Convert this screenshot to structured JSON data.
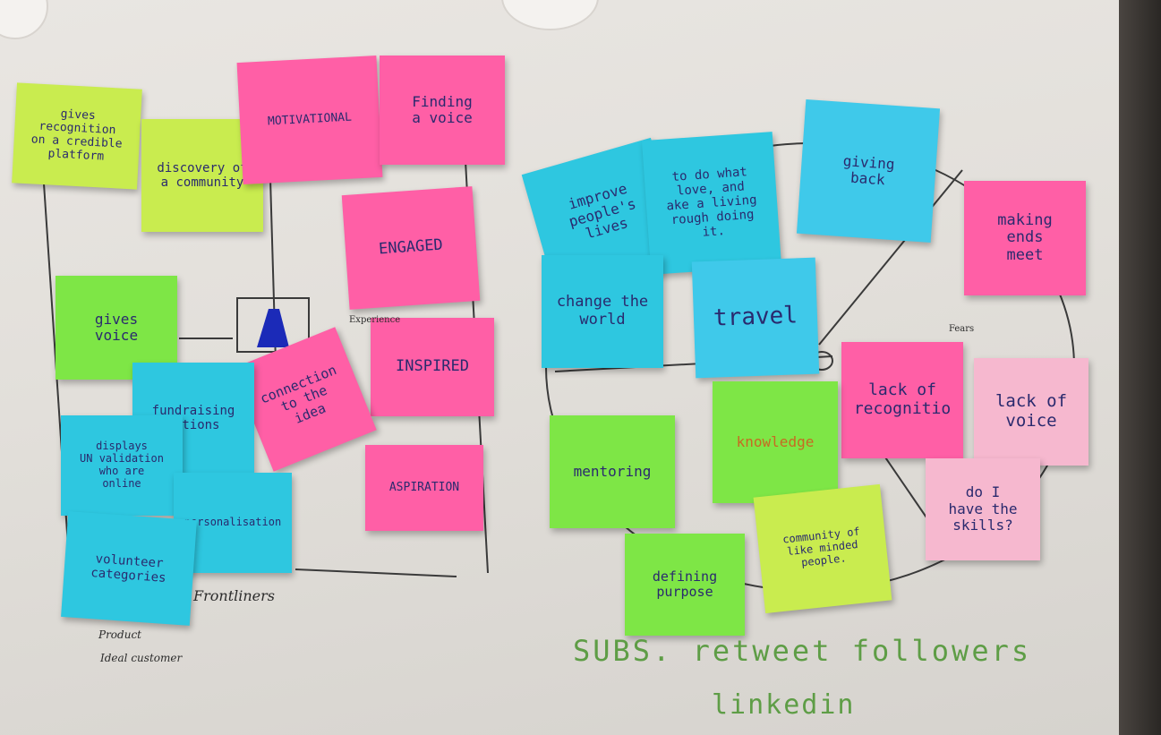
{
  "notes": {
    "gives_recognition": "gives\nrecognition\non a credible\nplatform",
    "discovery_community": "discovery of\na community",
    "motivational": "MOTIVATIONAL",
    "finding_voice": "Finding\na voice",
    "engaged": "ENGAGED",
    "inspired": "INSPIRED",
    "aspiration": "ASPIRATION",
    "gives_voice": "gives\nvoice",
    "connection_idea": "connection\nto the\nidea",
    "fundraising_options": "fundraising\noptions",
    "displays_un": "displays\nUN validation\nwho are\nonline",
    "personalisation": "personalisation",
    "volunteer_categories": "volunteer\ncategories",
    "improve_lives": "improve\npeople's\nlives",
    "to_do_what": "to do what\nlove, and\nake a living\nrough doing\nit.",
    "giving_back": "giving\nback",
    "making_ends_meet": "making\nends\nmeet",
    "change_world": "change the\nworld",
    "travel": "travel",
    "lack_recognition": "lack of\nrecognitio",
    "lack_voice": "lack of\nvoice",
    "mentoring": "mentoring",
    "knowledge": "knowledge",
    "do_i_have_skills": "do I\nhave the\nskills?",
    "defining_purpose": "defining\npurpose",
    "community_like_minded": "community of\nlike minded\npeople."
  },
  "handwriting": {
    "frontliners": "Frontliners",
    "product": "Product",
    "ideal_customer": "Ideal customer",
    "experience": "Experience",
    "fears": "Fears",
    "subs_line": "SUBS. retweet followers",
    "linkedin": "linkedin"
  }
}
